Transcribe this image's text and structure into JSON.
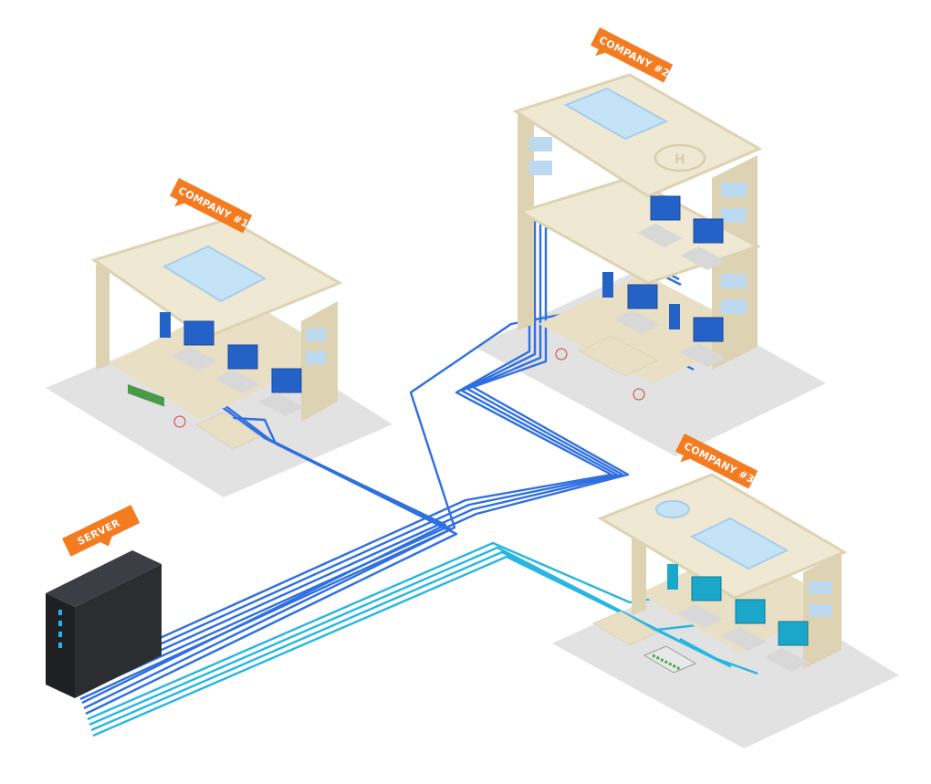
{
  "diagram": {
    "nodes": [
      {
        "id": "server",
        "label": "SERVER",
        "kind": "server"
      },
      {
        "id": "company1",
        "label": "COMPANY #1",
        "kind": "building",
        "workstations": 3
      },
      {
        "id": "company2",
        "label": "COMPANY #2",
        "kind": "building",
        "workstations": 4
      },
      {
        "id": "company3",
        "label": "COMPANY #3",
        "kind": "building",
        "workstations": 3
      }
    ],
    "edges": [
      {
        "from": "server",
        "to": "company1"
      },
      {
        "from": "server",
        "to": "company2"
      },
      {
        "from": "server",
        "to": "company3"
      }
    ],
    "colors": {
      "label_tag": "#f47b20",
      "cable_blue": "#2f6fe0",
      "cable_cyan": "#27b6df",
      "building_wall": "#ede5cd",
      "building_side": "#ddd2b2",
      "building_dark": "#cfc4a2",
      "ground_shadow": "#e2e2e2",
      "server_body": "#2b2d31",
      "screen_blue": "#2462c8",
      "screen_cyan": "#1aa7c9"
    }
  }
}
